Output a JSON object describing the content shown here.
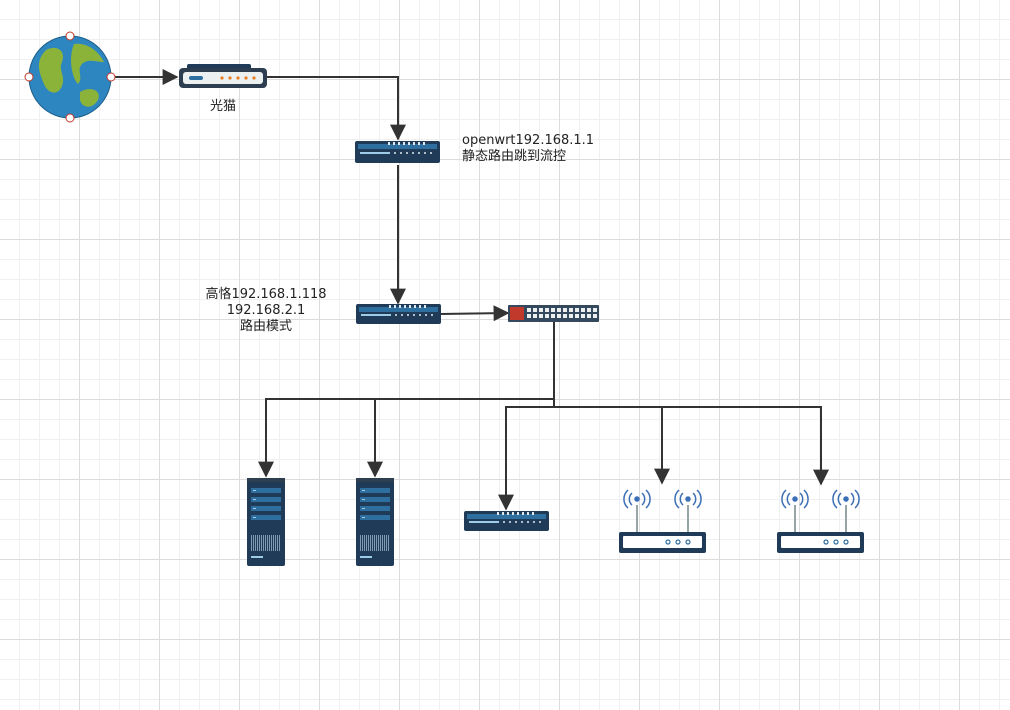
{
  "nodes": {
    "internet": {
      "icon": "globe-icon"
    },
    "modem": {
      "label": "光猫",
      "icon": "modem-icon"
    },
    "openwrt": {
      "line1": "openwrt192.168.1.1",
      "line2": "静态路由跳到流控",
      "icon": "router-icon"
    },
    "gaoge": {
      "line1": "高恪192.168.1.118",
      "line2": "192.168.2.1",
      "line3": "路由模式",
      "icon": "router-icon"
    },
    "switch": {
      "icon": "switch-icon"
    },
    "server1": {
      "icon": "server-icon"
    },
    "server2": {
      "icon": "server-icon"
    },
    "device3": {
      "icon": "router-icon"
    },
    "ap1": {
      "icon": "wireless-ap-icon"
    },
    "ap2": {
      "icon": "wireless-ap-icon"
    }
  },
  "colors": {
    "line": "#333333",
    "device_dark": "#1f3b57",
    "device_blue": "#2f6f9f",
    "globe_ocean": "#2e86c1",
    "globe_land": "#8bb33a",
    "wifi_blue": "#3b6fb6"
  }
}
